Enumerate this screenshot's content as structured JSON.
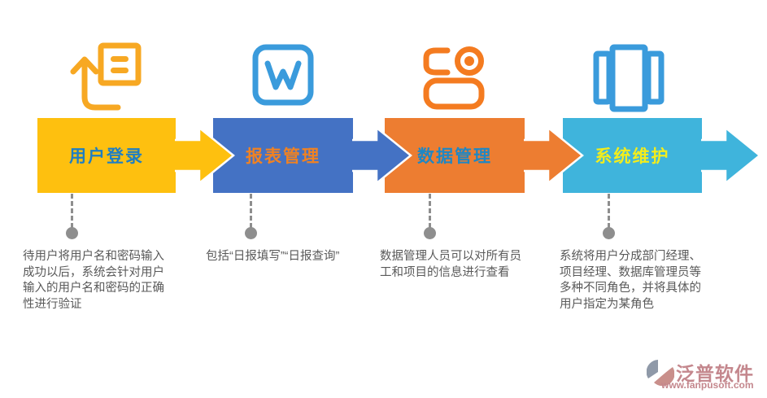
{
  "steps": [
    {
      "title": "用户登录",
      "title_color": "#1F7EC2",
      "box_color": "#FEC00F",
      "icon": "upload-document-icon",
      "icon_color": "#F7A823",
      "desc": "待用户将用户名和密码输入成功以后，系统会针对用户输入的用户名和密码的正确性进行验证"
    },
    {
      "title": "报表管理",
      "title_color": "#F08223",
      "box_color": "#4472C4",
      "icon": "word-document-icon",
      "icon_color": "#3A9BDC",
      "desc": "包括“日报填写”“日报查询”"
    },
    {
      "title": "数据管理",
      "title_color": "#1F87C4",
      "box_color": "#ED7D31",
      "icon": "data-records-icon",
      "icon_color": "#F47B20",
      "desc": "数据管理人员可以对所有员工和项目的信息进行查看"
    },
    {
      "title": "系统维护",
      "title_color": "#F3ED1C",
      "box_color": "#3FB4DC",
      "icon": "database-columns-icon",
      "icon_color": "#3A9BDC",
      "desc": "系统将用户分成部门经理、项目经理、数据库管理员等多种不同角色，并将具体的用户指定为某角色"
    }
  ],
  "connector_color": "#8E8E8E",
  "desc_text_color": "#595959",
  "watermark": {
    "name": "泛普软件",
    "url": "www.fanpusoft.com",
    "color": "#C4878D"
  }
}
